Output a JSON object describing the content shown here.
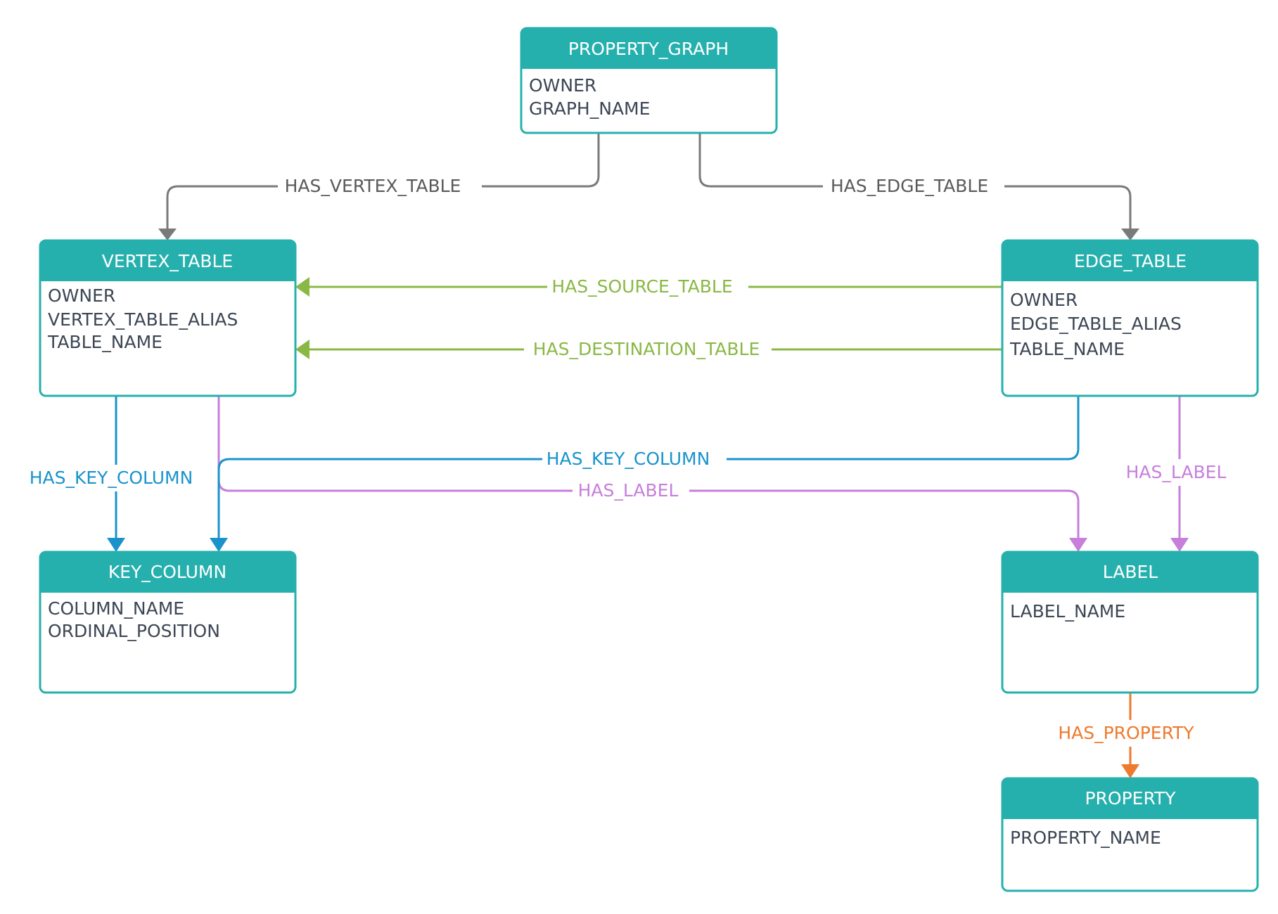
{
  "colors": {
    "header": "#26b0ad",
    "border": "#26b0ad",
    "attribute_text": "#3c4654",
    "gray": "#7a7a7a",
    "green": "#8ab845",
    "blue": "#1a93cc",
    "purple": "#c77fdb",
    "orange": "#ee7a2d"
  },
  "entities": {
    "property_graph": {
      "title": "PROPERTY_GRAPH",
      "attributes": [
        "OWNER",
        "GRAPH_NAME"
      ]
    },
    "vertex_table": {
      "title": "VERTEX_TABLE",
      "attributes": [
        "OWNER",
        "VERTEX_TABLE_ALIAS",
        "TABLE_NAME"
      ]
    },
    "edge_table": {
      "title": "EDGE_TABLE",
      "attributes": [
        "OWNER",
        "EDGE_TABLE_ALIAS",
        "TABLE_NAME"
      ]
    },
    "key_column": {
      "title": "KEY_COLUMN",
      "attributes": [
        "COLUMN_NAME",
        "ORDINAL_POSITION"
      ]
    },
    "label": {
      "title": "LABEL",
      "attributes": [
        "LABEL_NAME"
      ]
    },
    "property": {
      "title": "PROPERTY",
      "attributes": [
        "PROPERTY_NAME"
      ]
    }
  },
  "relationships": {
    "pg_vertex": {
      "label": "HAS_VERTEX_TABLE"
    },
    "pg_edge": {
      "label": "HAS_EDGE_TABLE"
    },
    "edge_source": {
      "label": "HAS_SOURCE_TABLE"
    },
    "edge_destination": {
      "label": "HAS_DESTINATION_TABLE"
    },
    "vertex_key": {
      "label": "HAS_KEY_COLUMN"
    },
    "edge_key": {
      "label": "HAS_KEY_COLUMN"
    },
    "vertex_label": {
      "label": "HAS_LABEL"
    },
    "edge_label": {
      "label": "HAS_LABEL"
    },
    "label_property": {
      "label": "HAS_PROPERTY"
    }
  }
}
